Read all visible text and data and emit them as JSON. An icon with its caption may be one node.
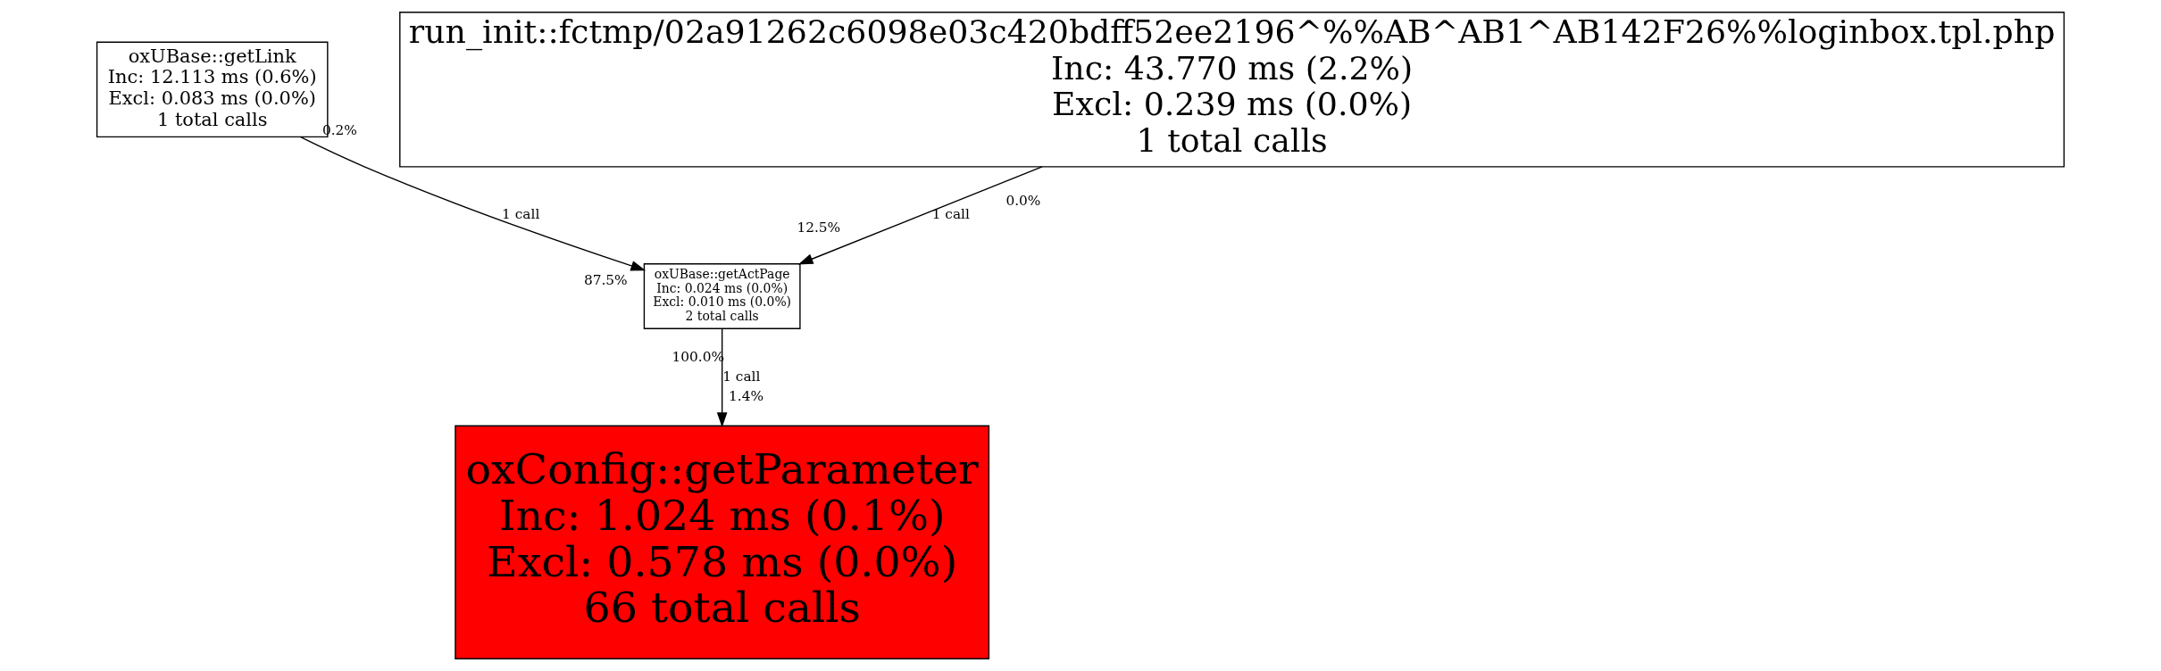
{
  "diagram": {
    "nodes": [
      {
        "text": [
          "oxUBase::getLink Inc: 12.113 ms (0.6%) Excl: 0.083 ms (0.0%) 1 total calls"
        ]
      },
      {
        "text": [
          "run_init::fctmp/02a91262c6098e03c420bdff52ee2196^%%AB^AB1^AB142F26%%loginbox.tpl.php Inc: 43.770 ms (2.2%) Excl: 0.239 ms (0.0%) 1 total calls"
        ]
      },
      {
        "text": [
          "oxUBase::getActPage Inc: 0.024 ms (0.0%) Excl: 0.010 ms (0.0%) 2 total calls"
        ]
      },
      {
        "text": [
          "oxConfig::getParameter Inc: 1.024 ms (0.1%) Excl: 0.578 ms (0.0%) 66 total calls"
        ]
      }
    ],
    "edges": [
      {
        "from": 0,
        "to": 2,
        "arrow": "to",
        "label": "1 call"
      },
      {
        "from": 1,
        "to": 2,
        "arrow": "to",
        "label": "1 call"
      },
      {
        "from": 2,
        "to": 3,
        "arrow": "to",
        "label": "1 call"
      }
    ],
    "labels": [
      "0.2%",
      "0.0%",
      "12.5%",
      "87.5%",
      "100.0%",
      "1.4%"
    ]
  }
}
